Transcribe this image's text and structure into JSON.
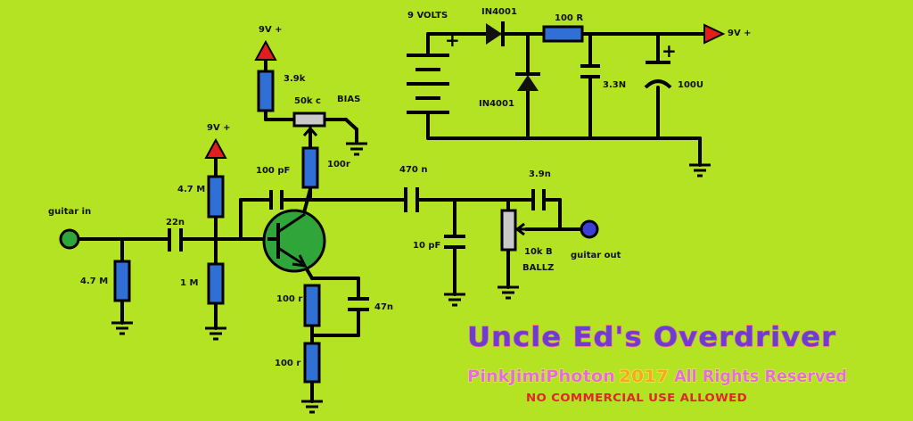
{
  "labels": {
    "guitar_in": "guitar in",
    "guitar_out": "guitar out",
    "vplus_1": "9V +",
    "vplus_2": "9V +",
    "vplus_3": "9V +",
    "r_3k9": "3.9k",
    "pot_50k": "50k c",
    "bias": "BIAS",
    "c_100p": "100 pF",
    "r_100_col": "100r",
    "c_470n": "470 n",
    "c_3n9": "3.9n",
    "r_4m7_top": "4.7 M",
    "c_22n": "22n",
    "r_4m7_in": "4.7 M",
    "r_1m": "1 M",
    "c_10p": "10 pF",
    "pot_10k": "10k B",
    "ballz": "BALLZ",
    "r_100_em1": "100 r",
    "c_47n": "47n",
    "r_100_em2": "100 r",
    "nine_volts": "9 VOLTS",
    "diode_1": "IN4001",
    "diode_2": "IN4001",
    "r_100_supply": "100 R",
    "c_3n3": "3.3N",
    "c_100u": "100U",
    "plus_1": "+",
    "plus_2": "+"
  },
  "title": {
    "main": "Uncle Ed's Overdriver",
    "credit_name": "PinkJimiPhoton",
    "credit_year": "2017",
    "credit_rights": "All Rights Reserved",
    "notice": "NO COMMERCIAL USE ALLOWED"
  },
  "colors": {
    "background": "#b3e322",
    "resistor": "#2f6fd6",
    "transistor": "#2fa53a",
    "supply_arrow": "#e11d1d",
    "input_jack": "#2fa53a",
    "output_jack": "#3a3fd6",
    "wire": "#000000"
  }
}
